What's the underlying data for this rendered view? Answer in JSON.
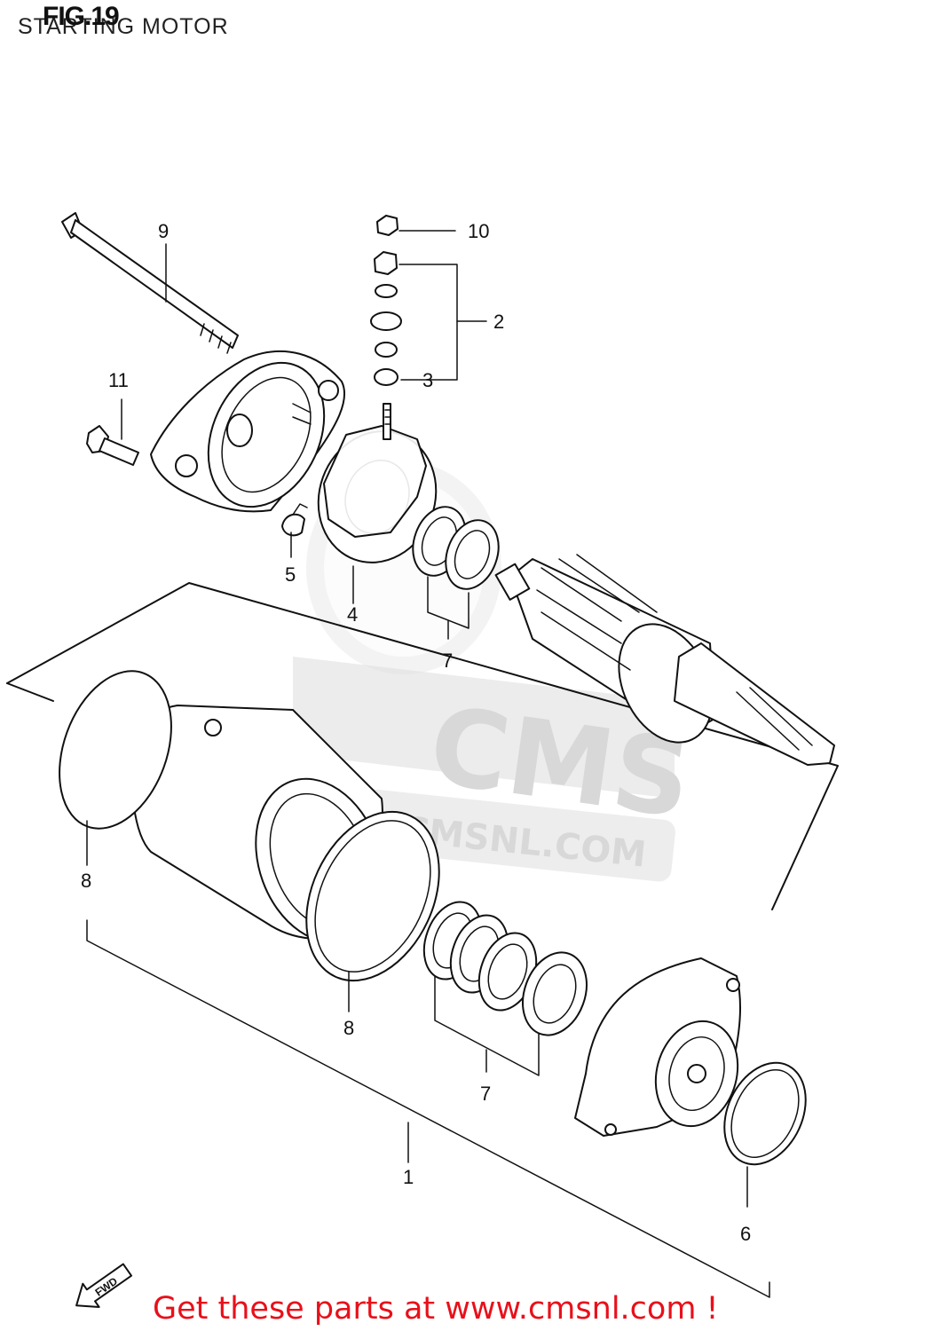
{
  "header": {
    "fig_number": "FIG.19",
    "title": "STARTING MOTOR"
  },
  "watermark": {
    "logo_text": "CMS",
    "url_text": "WWW.CMSNL.COM"
  },
  "fwd_label": "FWD",
  "callouts": {
    "c1": "1",
    "c2": "2",
    "c3": "3",
    "c4": "4",
    "c5": "5",
    "c6": "6",
    "c7a": "7",
    "c7b": "7",
    "c8a": "8",
    "c8b": "8",
    "c9": "9",
    "c10": "10",
    "c11": "11"
  },
  "footer": {
    "text": "Get these parts at www.cmsnl.com !"
  }
}
